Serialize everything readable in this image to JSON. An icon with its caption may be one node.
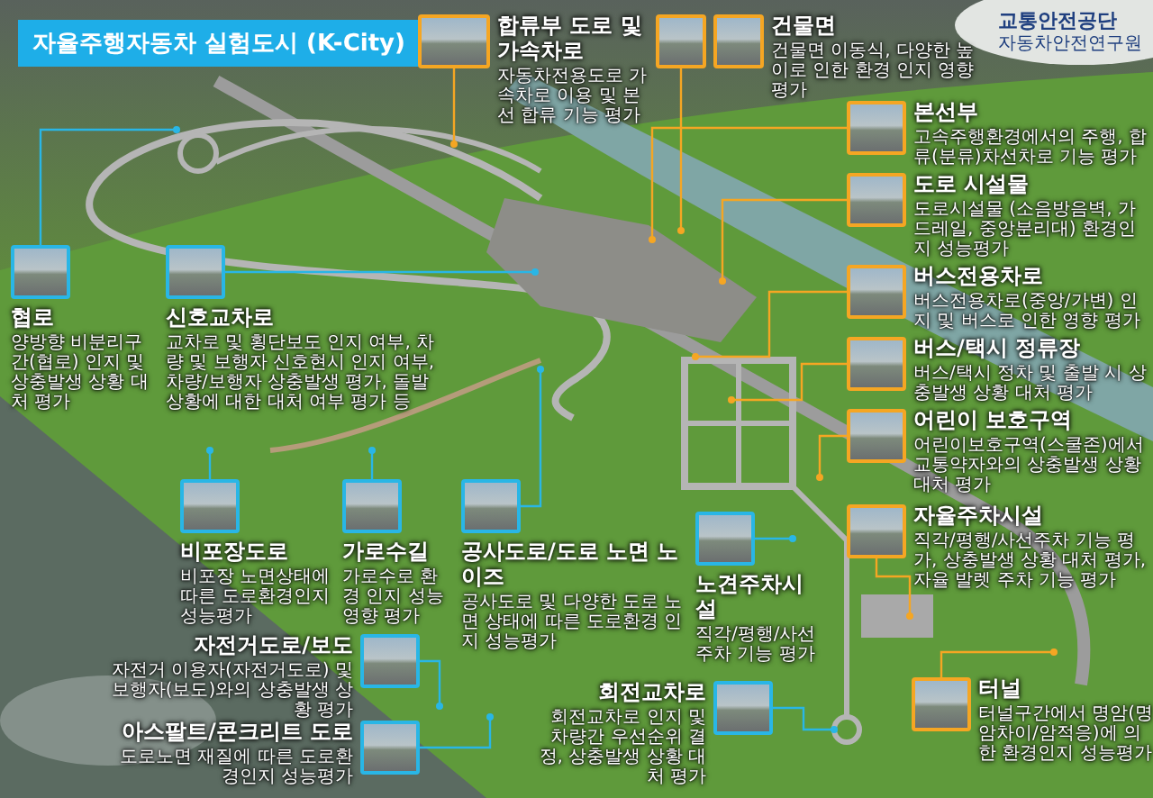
{
  "diagram": {
    "title": "자율주행자동차 실험도시 (K-City)",
    "nodes": [
      {
        "text": [
          "합류부 도로 및 가속차로",
          "자동차전용도로 가속차로 이용 및 본선 합류 기능 평가"
        ]
      },
      {
        "text": [
          "건물면",
          "건물면 이동식, 다양한 높이로 인한 환경 인지 영향 평가"
        ]
      },
      {
        "text": [
          "본선부",
          "고속주행환경에서의 주행, 합류(분류)차선차로 기능 평가"
        ]
      },
      {
        "text": [
          "도로 시설물",
          "도로시설물 (소음방음벽, 가드레일, 중앙분리대) 환경인지 성능평가"
        ]
      },
      {
        "text": [
          "버스전용차로",
          "버스전용차로(중앙/가변) 인지 및 버스로 인한 영향 평가"
        ]
      },
      {
        "text": [
          "버스/택시 정류장",
          "버스/택시 정차 및 출발 시 상충발생 상황 대처 평가"
        ]
      },
      {
        "text": [
          "어린이 보호구역",
          "어린이보호구역(스쿨존)에서 교통약자와의 상충발생 상황 대처 평가"
        ]
      },
      {
        "text": [
          "자율주차시설",
          "직각/평행/사선주차 기능 평가, 상충발생 상황 대처 평가, 자율 발렛 주차 기능 평가"
        ]
      },
      {
        "text": [
          "터널",
          "터널구간에서 명암(명암차이/암적응)에 의한 환경인지 성능평가"
        ]
      },
      {
        "text": [
          "협로",
          "양방향 비분리구간(협로) 인지 및 상충발생 상황 대처 평가"
        ]
      },
      {
        "text": [
          "신호교차로",
          "교차로 및 횡단보도 인지 여부, 차량 및 보행자 신호현시 인지 여부, 차량/보행자 상충발생 평가, 돌발상황에 대한 대처 여부 평가 등"
        ]
      },
      {
        "text": [
          "비포장도로",
          "비포장 노면상태에 따른 도로환경인지 성능평가"
        ]
      },
      {
        "text": [
          "가로수길",
          "가로수로 환경 인지 성능 영향 평가"
        ]
      },
      {
        "text": [
          "공사도로/도로 노면 노이즈",
          "공사도로 및 다양한 도로 노면 상태에 따른 도로환경 인지 성능평가"
        ]
      },
      {
        "text": [
          "자전거도로/보도",
          "자전거 이용자(자전거도로) 및 보행자(보도)와의 상충발생 상황 평가"
        ]
      },
      {
        "text": [
          "아스팔트/콘크리트 도로",
          "도로노면 재질에 따른 도로환경인지 성능평가"
        ]
      },
      {
        "text": [
          "노견주차시설",
          "직각/평행/사선 주차 기능 평가"
        ]
      },
      {
        "text": [
          "회전교차로",
          "회전교차로 인지 및 차량간 우선순위 결정, 상충발생 상황 대처 평가"
        ]
      }
    ],
    "edges": [
      {
        "from": 0,
        "to": null,
        "arrow": "other",
        "color": "#f5a623"
      },
      {
        "from": 1,
        "to": null,
        "arrow": "other",
        "color": "#f5a623"
      },
      {
        "from": 2,
        "to": null,
        "arrow": "other",
        "color": "#f5a623"
      },
      {
        "from": 3,
        "to": null,
        "arrow": "other",
        "color": "#f5a623"
      },
      {
        "from": 4,
        "to": null,
        "arrow": "other",
        "color": "#f5a623"
      },
      {
        "from": 5,
        "to": null,
        "arrow": "other",
        "color": "#f5a623"
      },
      {
        "from": 6,
        "to": null,
        "arrow": "other",
        "color": "#f5a623"
      },
      {
        "from": 7,
        "to": null,
        "arrow": "other",
        "color": "#f5a623"
      },
      {
        "from": 8,
        "to": null,
        "arrow": "other",
        "color": "#f5a623"
      },
      {
        "from": 9,
        "to": null,
        "arrow": "other",
        "color": "#29b6e6"
      },
      {
        "from": 10,
        "to": null,
        "arrow": "other",
        "color": "#29b6e6"
      },
      {
        "from": 11,
        "to": null,
        "arrow": "other",
        "color": "#29b6e6"
      },
      {
        "from": 12,
        "to": null,
        "arrow": "other",
        "color": "#29b6e6"
      },
      {
        "from": 13,
        "to": null,
        "arrow": "other",
        "color": "#29b6e6"
      },
      {
        "from": 14,
        "to": null,
        "arrow": "other",
        "color": "#29b6e6"
      },
      {
        "from": 15,
        "to": null,
        "arrow": "other",
        "color": "#29b6e6"
      },
      {
        "from": 16,
        "to": null,
        "arrow": "other",
        "color": "#29b6e6"
      },
      {
        "from": 17,
        "to": null,
        "arrow": "other",
        "color": "#29b6e6"
      }
    ],
    "labels": [
      "교통안전공단",
      "자동차안전연구원"
    ]
  }
}
